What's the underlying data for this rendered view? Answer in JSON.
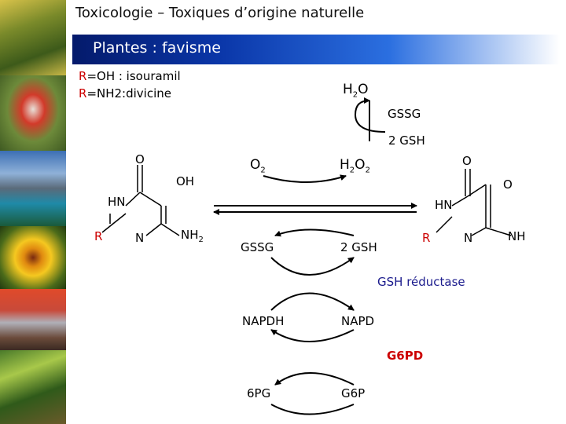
{
  "header": {
    "title": "Toxicologie – Toxiques d’origine naturelle",
    "section": "Plantes : favisme"
  },
  "legend": {
    "line1_r": "R",
    "line1_text": "=OH : isouramil",
    "line2_r": "R",
    "line2_text": "=NH2:divicine"
  },
  "top_cycle": {
    "h2o": "H",
    "h2o_sub": "2",
    "h2o_end": "O",
    "gssg": "GSSG",
    "gsh": "2 GSH"
  },
  "left_molecule": {
    "o": "O",
    "oh": "OH",
    "hn": "HN",
    "r": "R",
    "n": "N",
    "nh": "NH",
    "nh_sub": "2"
  },
  "right_molecule": {
    "o1": "O",
    "o2": "O",
    "hn": "HN",
    "r": "R",
    "n": "N",
    "nh": "NH"
  },
  "middle": {
    "o2": "O",
    "o2_sub": "2",
    "h2o2": "H",
    "h2o2_sub": "2",
    "h2o2_end": "O",
    "h2o2_sub2": "2",
    "gssg": "GSSG",
    "gsh": "2 GSH"
  },
  "enzymes": {
    "gsh_reductase": "GSH réductase",
    "g6pd": "G6PD"
  },
  "cofactors": {
    "napdh": "NAPDH",
    "napd": "NAPD",
    "g6p_left": "6PG",
    "g6p_right": "G6P"
  },
  "colors": {
    "accent_red": "#cc0000",
    "banner_dark": "#041a6b",
    "banner_light": "#2b6fe0"
  },
  "photos": [
    "forest-photo",
    "mushroom-photo",
    "mountain-lake-photo",
    "flower-photo",
    "red-mountain-photo",
    "green-forest-photo"
  ]
}
